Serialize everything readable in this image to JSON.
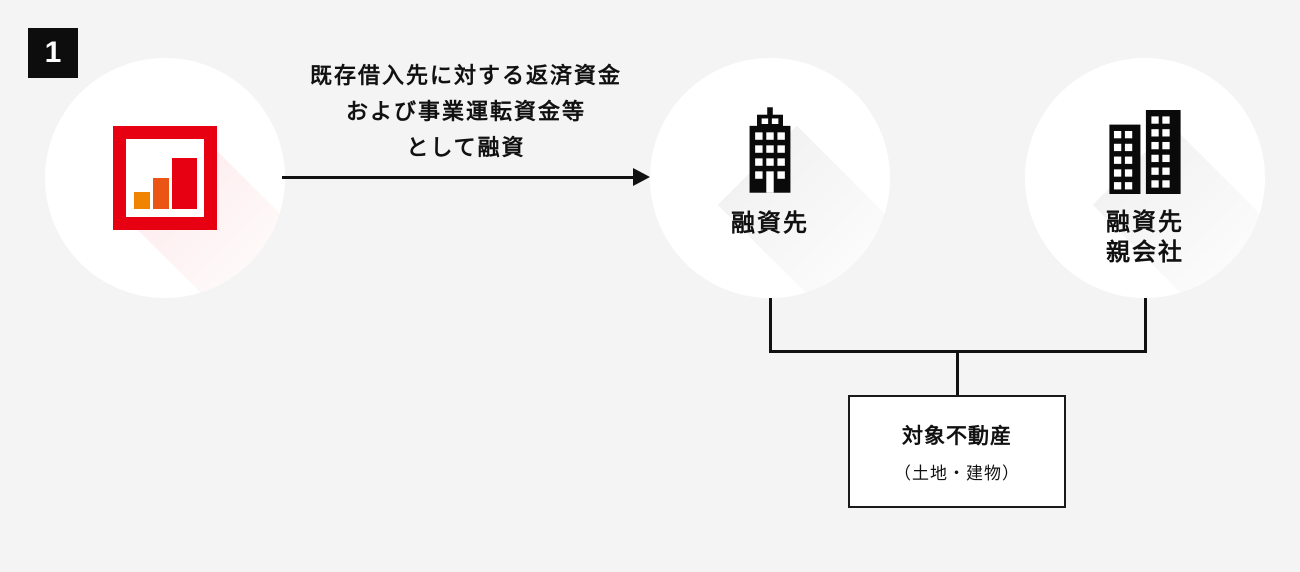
{
  "badge": {
    "label": "1"
  },
  "arrow": {
    "label_line1": "既存借入先に対する返済資金",
    "label_line2": "および事業運転資金等",
    "label_line3": "として融資"
  },
  "borrower": {
    "label": "融資先"
  },
  "parent": {
    "label_line1": "融資先",
    "label_line2": "親会社"
  },
  "property": {
    "title": "対象不動産",
    "subtitle": "（土地・建物）"
  },
  "icons": {
    "lender": "bar-chart-logo-icon",
    "borrower": "office-building-icon",
    "parent": "twin-buildings-icon"
  },
  "colors": {
    "bg": "#f4f4f4",
    "ink": "#111111",
    "accent_red": "#e60012",
    "bar_orange": "#f08300",
    "bar_mid": "#ea5514",
    "node_white": "#ffffff"
  }
}
